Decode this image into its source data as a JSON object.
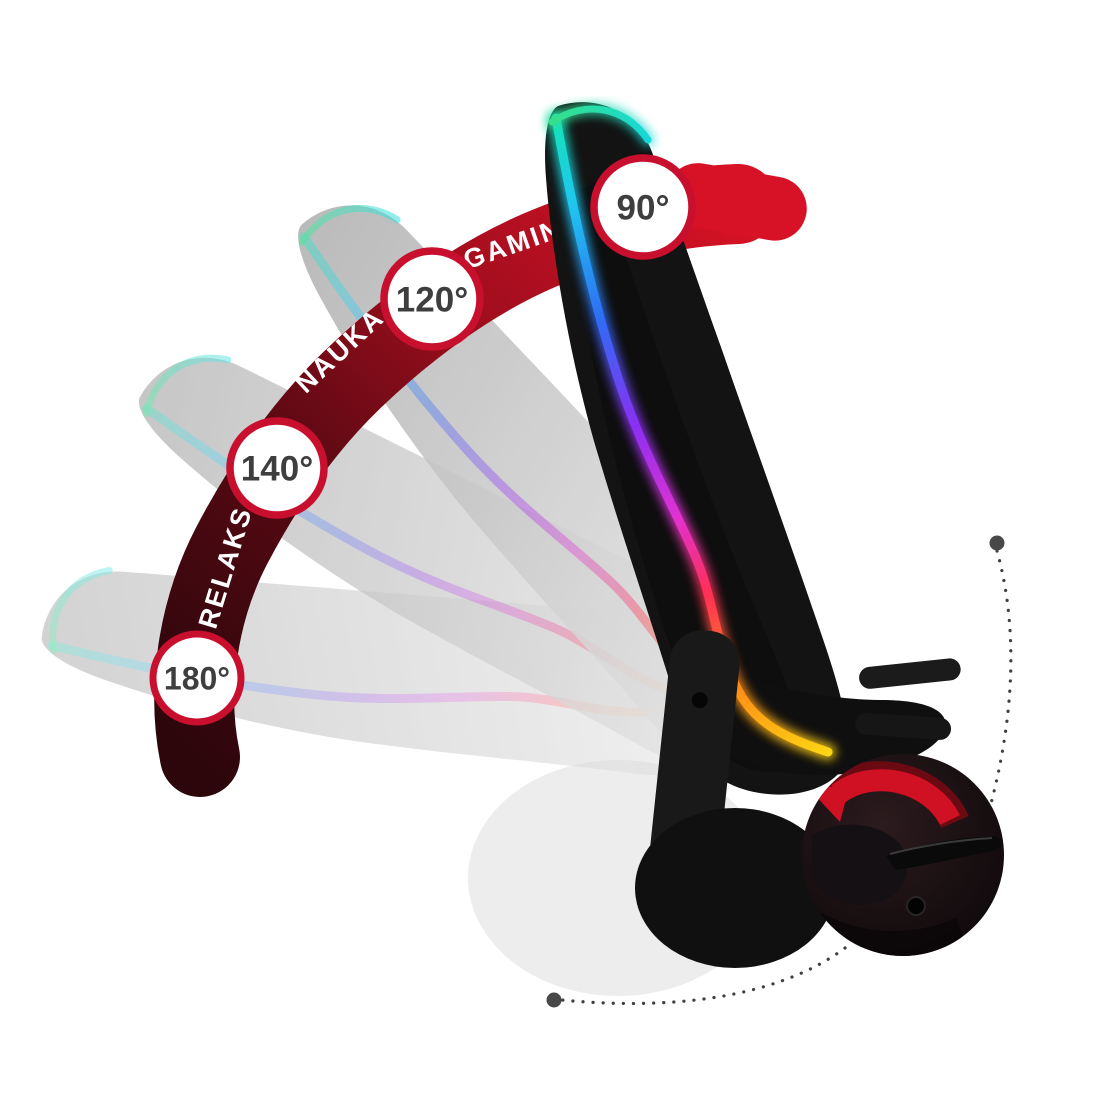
{
  "diagram": {
    "type": "recline-angle-infographic",
    "badges": [
      {
        "label": "90°"
      },
      {
        "label": "120°"
      },
      {
        "label": "140°"
      },
      {
        "label": "180°"
      }
    ],
    "modes": [
      {
        "label": "GAMING"
      },
      {
        "label": "NAUKA"
      },
      {
        "label": "RELAKS"
      }
    ],
    "colors": {
      "arc_bright_red": "#d81226",
      "arc_dark_maroon": "#2d060c",
      "badge_ring": "#c8102e",
      "badge_text": "#3e3e3e",
      "chair_black": "#131313",
      "ghost_gray": "#c4c4c4",
      "led_strip": [
        "#14e5b4",
        "#1ec8ee",
        "#2f6cf5",
        "#8b2ff2",
        "#e032d2",
        "#ff2f55",
        "#ff8c17",
        "#ffd713"
      ]
    },
    "icons": {
      "rotate_arrow": "curved red arrow (recline rotation)",
      "lever": "recline lever close-up"
    }
  }
}
